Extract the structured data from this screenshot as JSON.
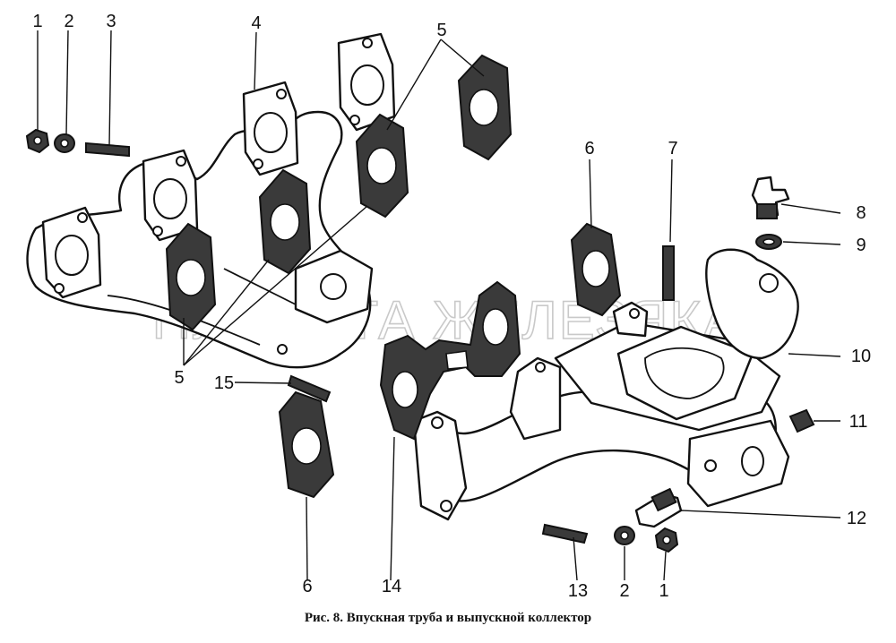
{
  "caption": "Рис. 8. Впускная труба и выпускной коллектор",
  "watermark": "ПЛАНЕТА ЖЕЛЕЗЯКА",
  "callouts": {
    "n1a": "1",
    "n2a": "2",
    "n3": "3",
    "n4": "4",
    "n5a": "5",
    "n5b": "5",
    "n6a": "6",
    "n7": "7",
    "n8": "8",
    "n9": "9",
    "n10": "10",
    "n11": "11",
    "n12": "12",
    "n13": "13",
    "n2b": "2",
    "n1b": "1",
    "n14": "14",
    "n6b": "6",
    "n15": "15"
  }
}
